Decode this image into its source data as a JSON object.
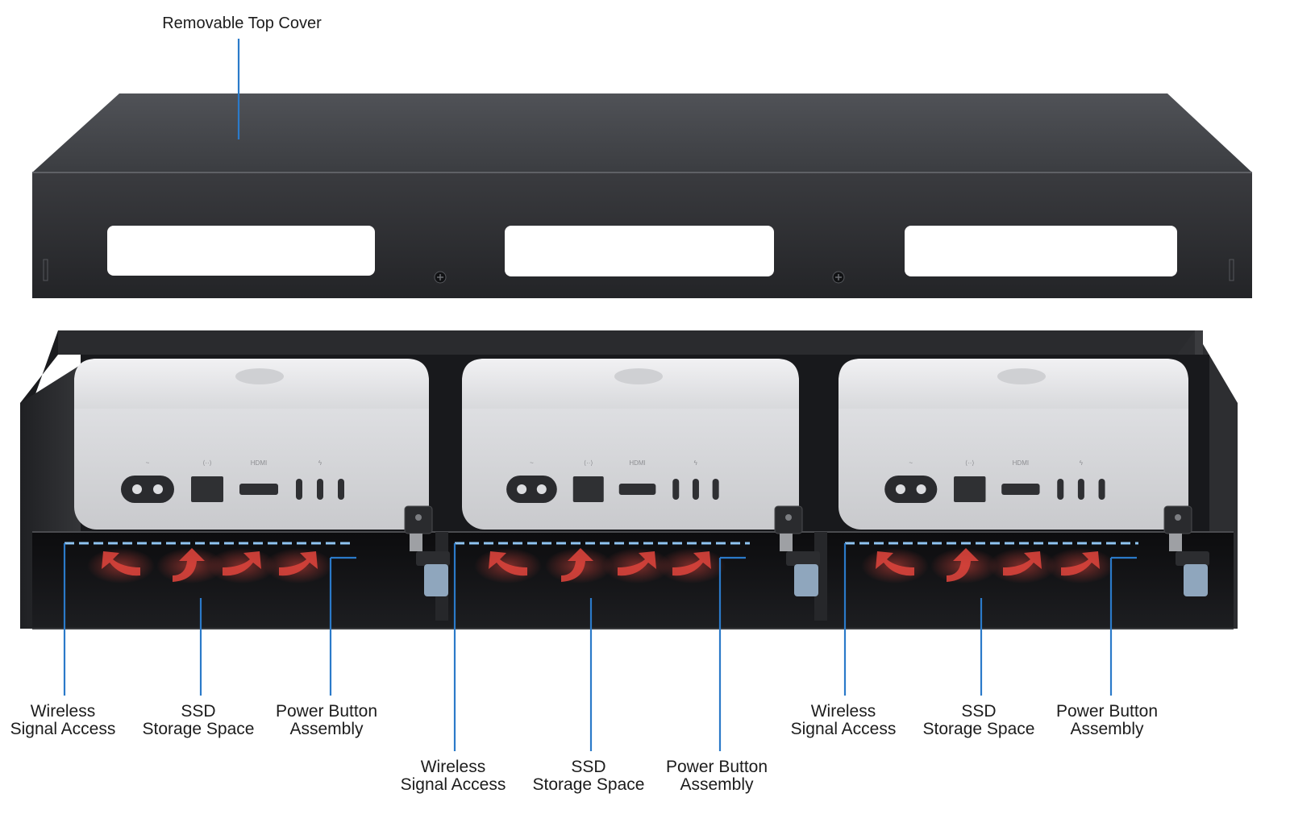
{
  "top_cover": {
    "label": "Removable Top Cover"
  },
  "connector_glyphs": {
    "ac": "~",
    "ethernet": "⟨··⟩",
    "hdmi": "HDMI",
    "thunderbolt": "ϟ"
  },
  "callouts": [
    {
      "id": "wireless-1",
      "lines": [
        "Wireless",
        "Signal Access"
      ]
    },
    {
      "id": "ssd-1",
      "lines": [
        "SSD",
        "Storage Space"
      ]
    },
    {
      "id": "power-1",
      "lines": [
        "Power Button",
        "Assembly"
      ]
    },
    {
      "id": "wireless-2",
      "lines": [
        "Wireless",
        "Signal Access"
      ]
    },
    {
      "id": "ssd-2",
      "lines": [
        "SSD",
        "Storage Space"
      ]
    },
    {
      "id": "power-2",
      "lines": [
        "Power Button",
        "Assembly"
      ]
    },
    {
      "id": "wireless-3",
      "lines": [
        "Wireless",
        "Signal Access"
      ]
    },
    {
      "id": "ssd-3",
      "lines": [
        "SSD",
        "Storage Space"
      ]
    },
    {
      "id": "power-3",
      "lines": [
        "Power Button",
        "Assembly"
      ]
    }
  ],
  "colors": {
    "callout_line": "#2b7ac9",
    "wireless_dash": "#8fc4f2",
    "airflow_arrow": "#d8433b",
    "chassis": "#2c2d30",
    "chassis_dark": "#16171a",
    "mac_body": "#dcdde0"
  }
}
